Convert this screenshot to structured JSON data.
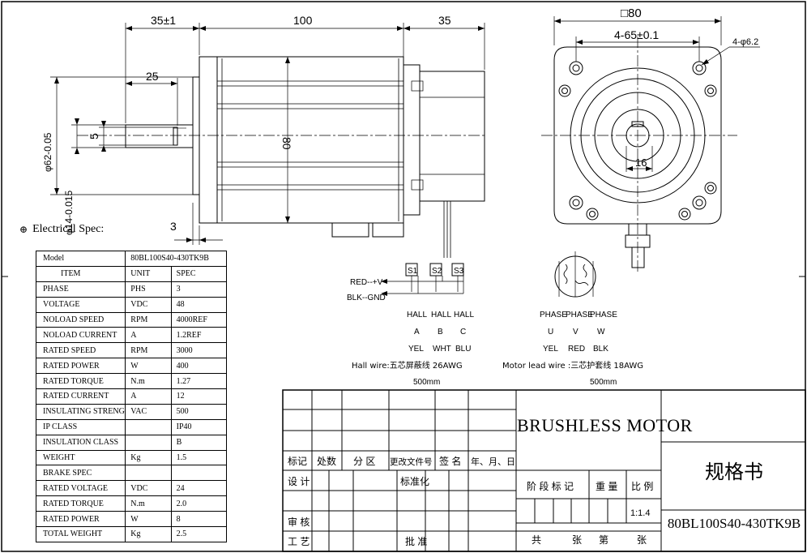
{
  "dims": {
    "d_35_1": "35±1",
    "d_100": "100",
    "d_35": "35",
    "d_25": "25",
    "d_5": "5",
    "d_3": "3",
    "d_80_side": "80",
    "d_phi62": "φ62-0.05",
    "d_phi14": "φ14-0.015",
    "d_sq80": "□80",
    "d_4_65": "4-65±0.1",
    "d_4_phi62": "4-φ6.2",
    "d_16": "16"
  },
  "electrical_spec": {
    "heading": "Electrical Spec:",
    "model_label": "Model",
    "model_value": "80BL100S40-430TK9B",
    "header": {
      "item": "ITEM",
      "unit": "UNIT",
      "spec": "SPEC"
    },
    "rows": [
      {
        "item": "PHASE",
        "unit": "PHS",
        "spec": "3"
      },
      {
        "item": "VOLTAGE",
        "unit": "VDC",
        "spec": "48"
      },
      {
        "item": "NOLOAD SPEED",
        "unit": "RPM",
        "spec": "4000REF"
      },
      {
        "item": "NOLOAD CURRENT",
        "unit": "A",
        "spec": "1.2REF"
      },
      {
        "item": "RATED SPEED",
        "unit": "RPM",
        "spec": "3000"
      },
      {
        "item": "RATED POWER",
        "unit": "W",
        "spec": "400"
      },
      {
        "item": "RATED TORQUE",
        "unit": "N.m",
        "spec": "1.27"
      },
      {
        "item": "RATED CURRENT",
        "unit": "A",
        "spec": "12"
      },
      {
        "item": "INSULATING STRENGTH",
        "unit": "VAC",
        "spec": "500"
      },
      {
        "item": "IP CLASS",
        "unit": "",
        "spec": "IP40"
      },
      {
        "item": "INSULATION CLASS",
        "unit": "",
        "spec": "B"
      },
      {
        "item": "WEIGHT",
        "unit": "Kg",
        "spec": "1.5"
      },
      {
        "item": "BRAKE SPEC",
        "unit": "",
        "spec": ""
      },
      {
        "item": "RATED VOLTAGE",
        "unit": "VDC",
        "spec": "24"
      },
      {
        "item": "RATED TORQUE",
        "unit": "N.m",
        "spec": "2.0"
      },
      {
        "item": "RATED POWER",
        "unit": "W",
        "spec": "8"
      },
      {
        "item": "TOTAL WEIGHT",
        "unit": "Kg",
        "spec": "2.5"
      }
    ]
  },
  "wiring": {
    "red_label": "RED--+V",
    "blk_label": "BLK--GND",
    "hall_sensors": [
      "S1",
      "S2",
      "S3"
    ],
    "hall_headers": [
      "HALL",
      "HALL",
      "HALL"
    ],
    "hall_letters": [
      "A",
      "B",
      "C"
    ],
    "hall_colors": [
      "YEL",
      "WHT",
      "BLU"
    ],
    "hall_wire": "Hall wire:五芯屏蔽线 26AWG",
    "hall_len": "500mm",
    "phase_headers": [
      "PHASE",
      "PHASE",
      "PHASE"
    ],
    "phase_letters": [
      "U",
      "V",
      "W"
    ],
    "phase_colors": [
      "YEL",
      "RED",
      "BLK"
    ],
    "motor_wire": "Motor lead wire :三芯护套线 18AWG",
    "motor_len": "500mm"
  },
  "title_block": {
    "cols": [
      "标记",
      "处数",
      "分 区",
      "更改文件号",
      "签 名",
      "年、月、日"
    ],
    "design": "设 计",
    "standard": "标准化",
    "review": "审 核",
    "process": "工 艺",
    "approve": "批 准",
    "stage": "阶 段 标 记",
    "weight": "重 量",
    "scale_label": "比 例",
    "scale": "1:1.4",
    "total": "共",
    "sheets": "张",
    "sheet_no": "第",
    "sheet_end": "张",
    "product": "BRUSHLESS MOTOR",
    "doc": "规格书",
    "model": "80BL100S40-430TK9B"
  }
}
